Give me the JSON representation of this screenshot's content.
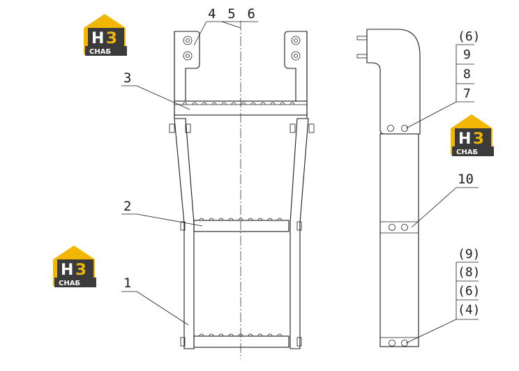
{
  "logo": {
    "mark": "НЗ",
    "word": "СНАБ",
    "yellow": "#f2b705",
    "dark": "#3b3b3b"
  },
  "labels": {
    "top": "4 5 6",
    "l1": "1",
    "l2": "2",
    "l3": "3",
    "l10": "10",
    "stack1": [
      "(6)",
      "9",
      "8",
      "7"
    ],
    "stack2": [
      "(9)",
      "(8)",
      "(6)",
      "(4)"
    ]
  }
}
